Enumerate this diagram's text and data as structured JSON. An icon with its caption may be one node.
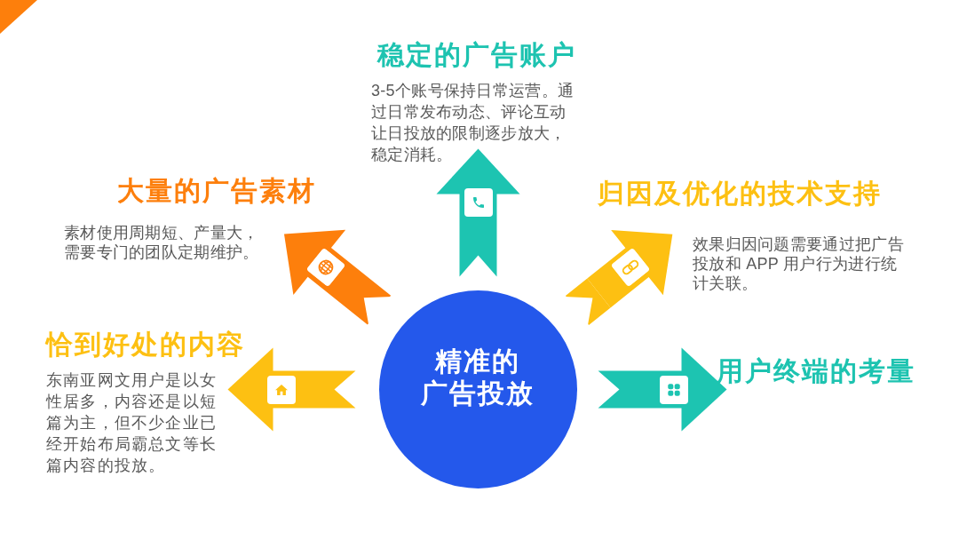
{
  "diagram": {
    "nodes": [
      {
        "text": [
          "稳定的广告账户",
          "3-5个账号保持日常运营。通过日常发布动态、评论互动让日投放的限制逐步放大，稳定消耗。"
        ]
      },
      {
        "text": [
          "大量的广告素材",
          "素材使用周期短、产量大，需要专门的团队定期维护。"
        ]
      },
      {
        "text": [
          "归因及优化的技术支持",
          "效果归因问题需要通过把广告投放和 APP 用户行为进行统计关联。"
        ]
      },
      {
        "text": [
          "恰到好处的内容",
          "东南亚网文用户是以女性居多，内容还是以短篇为主，但不少企业已经开始布局霸总文等长篇内容的投放。"
        ]
      },
      {
        "text": [
          "精准的广告投放"
        ]
      },
      {
        "text": [
          "用户终端的考量"
        ]
      }
    ],
    "edges": [
      {
        "from": 4,
        "to": 0,
        "arrow": "to",
        "color": "#1dc4b1"
      },
      {
        "from": 4,
        "to": 1,
        "arrow": "to",
        "color": "#fd7f0c"
      },
      {
        "from": 4,
        "to": 2,
        "arrow": "to",
        "color": "#fdc012"
      },
      {
        "from": 4,
        "to": 3,
        "arrow": "to",
        "color": "#fdc012"
      },
      {
        "from": 4,
        "to": 5,
        "arrow": "to",
        "color": "#1dc4b1"
      }
    ]
  }
}
